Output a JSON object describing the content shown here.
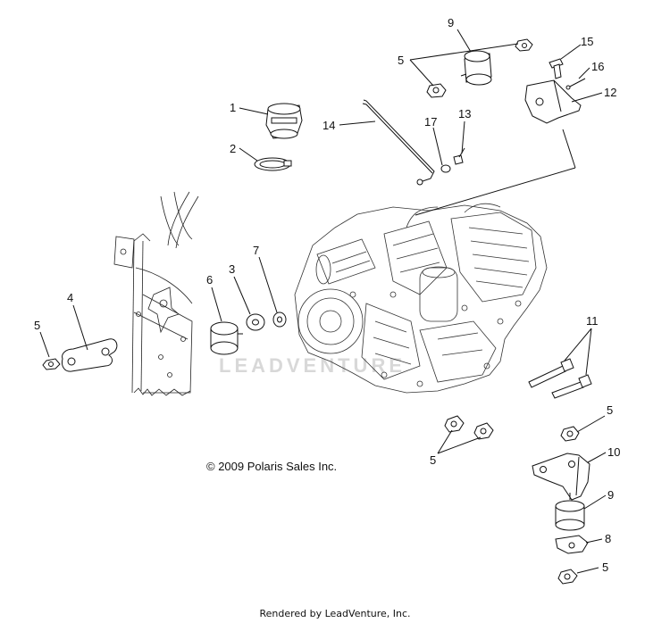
{
  "watermark": "LEADVENTURE",
  "copyright": "© 2009 Polaris Sales Inc.",
  "footer": "Rendered by LeadVenture, Inc.",
  "callouts": {
    "c1": "1",
    "c2": "2",
    "c3": "3",
    "c4": "4",
    "c5a": "5",
    "c5b": "5",
    "c5c": "5",
    "c5d": "5",
    "c5e": "5",
    "c6": "6",
    "c7": "7",
    "c8": "8",
    "c9a": "9",
    "c9b": "9",
    "c10": "10",
    "c11": "11",
    "c12": "12",
    "c13": "13",
    "c14": "14",
    "c15": "15",
    "c16": "16",
    "c17": "17"
  }
}
